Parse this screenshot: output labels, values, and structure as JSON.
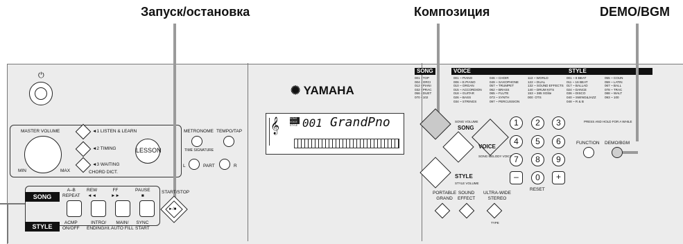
{
  "callouts": {
    "start_stop": "Запуск/остановка",
    "composition": "Композиция",
    "demo_bgm": "DEMO/BGM"
  },
  "left": {
    "master_volume": "MASTER VOLUME",
    "min": "MIN",
    "max": "MAX",
    "listen_learn": "◄1 LISTEN & LEARN",
    "timing": "◄2 TIMING",
    "waiting": "◄3 WAITING",
    "lesson": "LESSON",
    "chord_dict": "CHORD DICT."
  },
  "mid": {
    "metronome": "METRONOME",
    "tempo_tap": "TEMPO/TAP",
    "time_signature": "TIME SIGNATURE",
    "l": "L",
    "part": "PART",
    "r": "R",
    "start_stop": "START/STOP",
    "play_symbol": "►/■"
  },
  "song_row": {
    "song_tag": "SONG",
    "style_tag": "STYLE",
    "buttons": [
      {
        "top": "A–B\nREPEAT",
        "bottom": "ACMP\nON/OFF"
      },
      {
        "top": "REW\n◄◄",
        "bottom": "INTRO/\nENDING/rit."
      },
      {
        "top": "FF\n►►",
        "bottom": "MAIN/\nAUTO FILL"
      },
      {
        "top": "PAUSE\n■",
        "bottom": "SYNC\nSTART"
      }
    ]
  },
  "brand": "YAMAHA",
  "lcd": {
    "number": "001",
    "name": "GrandPno",
    "tags": [
      "SONG",
      "VOICE",
      "STYLE"
    ]
  },
  "lists": {
    "song_header": "SONG",
    "voice_header": "VOICE",
    "style_header": "STYLE",
    "song_text": "001 - TOP\n004 - ORCI\n012 - PIANI\n032 - PRAC\n056 - DUET\n070 - 102",
    "voice_text": "001 ~ PIANO\n006 ~ E.PIANO\n010 ~ ORGAN\n015 ~ ACCORDION\n018 ~ GUITAR\n026 ~ BASS\n034 ~ STRINGS",
    "voice_text2": "046 ~ CHOIR\n049 ~ SAXOPHONE\n057 ~ TRUMPET\n062 ~ BRASS\n065 ~ FLUTE\n073 ~ SYNTH\n097 ~ PERCUSSION",
    "voice_text3": "113 ~ WORLD\n122 ~ DUAL\n132 ~ SOUND EFFECTS\n140 ~ DRUM KITS\n153 ~ 385 XGlite\n000  OTS",
    "style_text": "001 ~ 8 BEAT\n011 ~ 16 BEAT\n017 ~ BALLAD\n024 ~ DANCE\n036 ~ DISCO\n040 ~ SWING&JAZZ\n048 ~ R & B",
    "style_text2": "055 ~ COUN\n059 ~ LATIN\n067 ~ BALL\n078 ~ TRAC\n088 ~ WALT\n093 ~ 100"
  },
  "right": {
    "song_volume": "SONG VOLUME",
    "song": "SONG",
    "voice": "VOICE",
    "song_melody_voice": "SONG MELODY VOICE",
    "style": "STYLE",
    "style_volume": "STYLE VOLUME",
    "portable_grand": "PORTABLE\nGRAND",
    "sound_effect": "SOUND\nEFFECT",
    "ultra_wide": "ULTRA-WIDE\nSTEREO",
    "type": "TYPE",
    "press_hold": "PRESS AND HOLD FOR A WHILE",
    "function": "FUNCTION",
    "demo_bgm": "DEMO/BGM",
    "reset": "RESET",
    "digits": [
      "1",
      "2",
      "3",
      "4",
      "5",
      "6",
      "7",
      "8",
      "9"
    ],
    "minus": "–",
    "zero": "0",
    "plus": "+"
  }
}
